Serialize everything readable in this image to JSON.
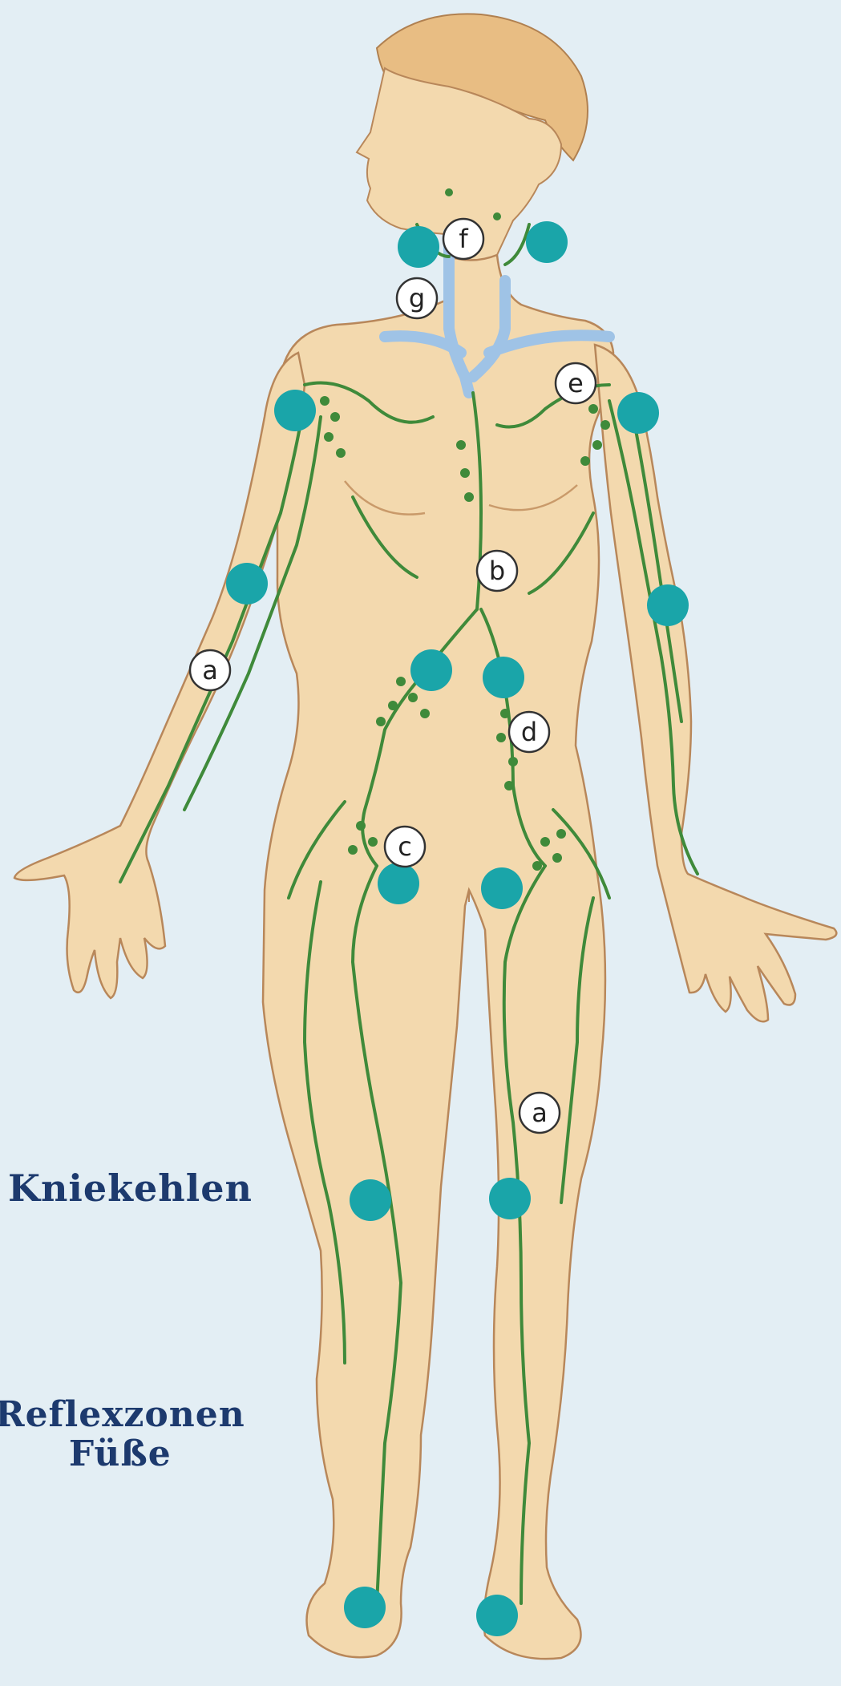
{
  "labels": {
    "knee": "Kniekehlen",
    "feet_line1": "Reflexzonen",
    "feet_line2": "Füße"
  },
  "markers": [
    {
      "letter": "f",
      "name": "marker-f"
    },
    {
      "letter": "g",
      "name": "marker-g"
    },
    {
      "letter": "e",
      "name": "marker-e"
    },
    {
      "letter": "b",
      "name": "marker-b"
    },
    {
      "letter": "a",
      "name": "marker-a-arm"
    },
    {
      "letter": "d",
      "name": "marker-d"
    },
    {
      "letter": "c",
      "name": "marker-c"
    },
    {
      "letter": "a",
      "name": "marker-a-leg"
    }
  ],
  "colors": {
    "background": "#e3eef4",
    "skin": "#f3d9ae",
    "skin_outline": "#b8875a",
    "lymph": "#3f8a3a",
    "vein": "#9fc3e6",
    "dot": "#1aa5a9",
    "label_text": "#1d3a6e"
  }
}
